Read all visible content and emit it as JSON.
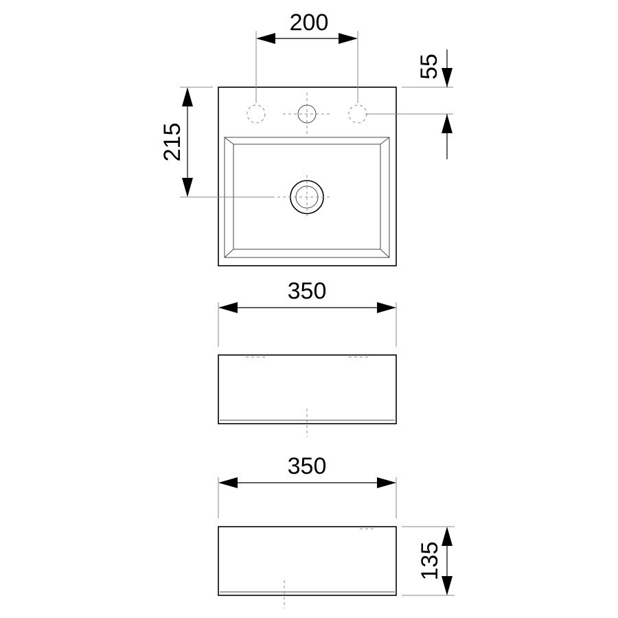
{
  "drawing": {
    "top_view": {
      "tap_hole_spacing": "200",
      "tap_hole_offset": "55",
      "drain_position": "215"
    },
    "front_view": {
      "width": "350"
    },
    "side_view": {
      "width": "350",
      "height": "135"
    }
  },
  "colors": {
    "line": "#000000",
    "construction": "#888888",
    "background": "#ffffff"
  }
}
